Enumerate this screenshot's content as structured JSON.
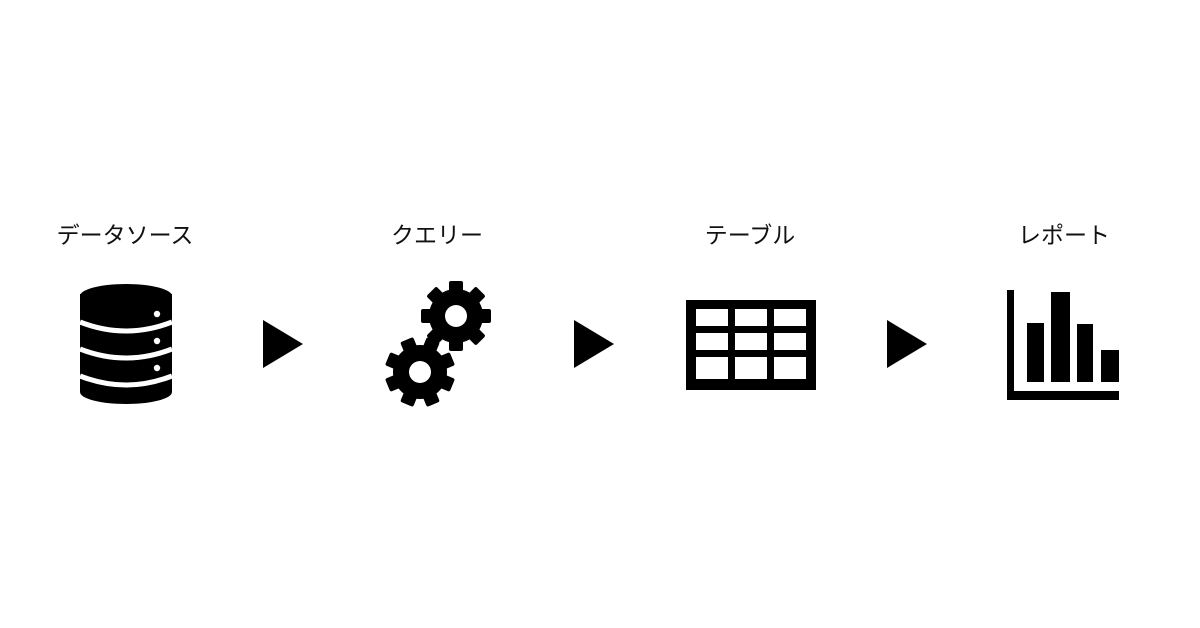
{
  "steps": [
    {
      "label": "データソース",
      "icon": "database-icon"
    },
    {
      "label": "クエリー",
      "icon": "gears-icon"
    },
    {
      "label": "テーブル",
      "icon": "table-icon"
    },
    {
      "label": "レポート",
      "icon": "bar-chart-icon"
    }
  ],
  "connector_icon": "triangle-arrow-right-icon",
  "colors": {
    "foreground": "#000000",
    "background": "#ffffff"
  }
}
